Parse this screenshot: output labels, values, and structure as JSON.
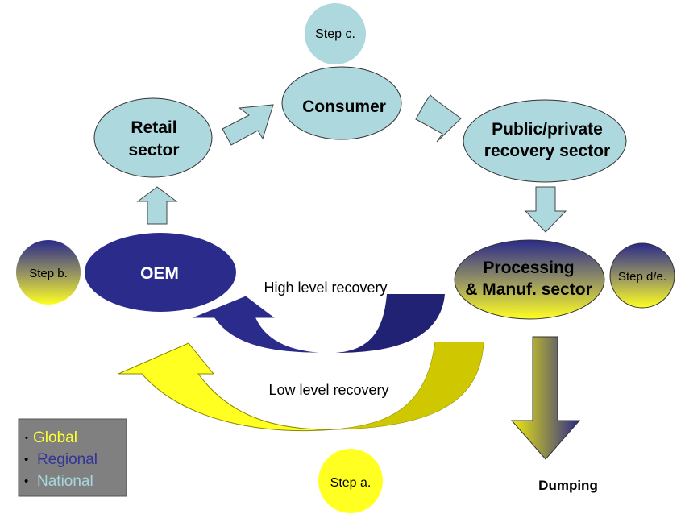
{
  "steps": {
    "c": "Step c.",
    "b": "Step b.",
    "de": "Step d/e.",
    "a": "Step a."
  },
  "nodes": {
    "consumer": "Consumer",
    "retail": [
      "Retail",
      "sector"
    ],
    "recovery": [
      "Public/private",
      "recovery sector"
    ],
    "oem": "OEM",
    "processing": [
      "Processing",
      "& Manuf. sector"
    ]
  },
  "flows": {
    "high": "High level recovery",
    "low": "Low level recovery",
    "dumping": "Dumping"
  },
  "legend": {
    "items": [
      "Global",
      "Regional",
      "National"
    ],
    "colors": [
      "#ffff33",
      "#333399",
      "#a8d8dc"
    ]
  },
  "colors": {
    "light_blue": "#add8dd",
    "navy": "#2b2b8c",
    "yellow": "#ffff22",
    "olive_yellow": "#d4cc00",
    "legend_bg": "#808080"
  }
}
